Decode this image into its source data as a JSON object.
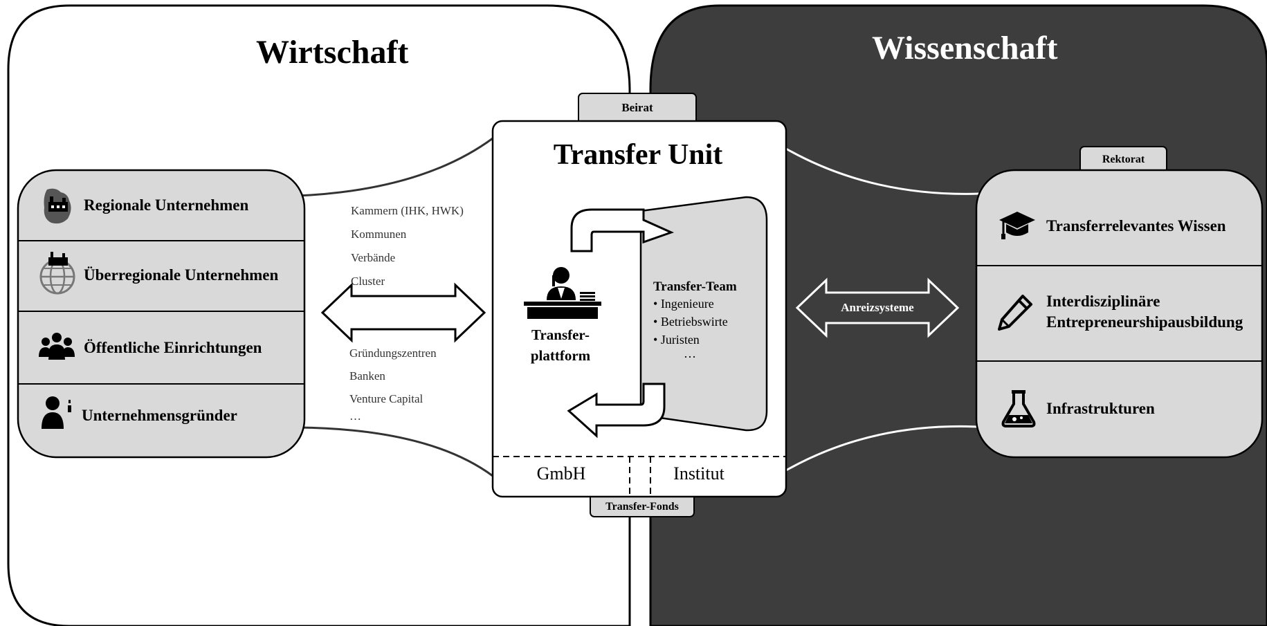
{
  "wirtschaft": {
    "title": "Wirtschaft",
    "companies": [
      {
        "label": "Regionale Unternehmen",
        "icon": "factory-icon"
      },
      {
        "label": "Überregionale Unternehmen",
        "icon": "globe-factory-icon"
      },
      {
        "label": "Öffentliche Einrichtungen",
        "icon": "people-group-icon"
      },
      {
        "label": "Unternehmensgründer",
        "icon": "founder-icon"
      }
    ],
    "intermediaries_top": [
      "Kammern (IHK, HWK)",
      "Kommunen",
      "Verbände",
      "Cluster"
    ],
    "intermediaries_bottom": [
      "Gründungszentren",
      "Banken",
      "Venture Capital",
      "…"
    ]
  },
  "wissenschaft": {
    "title": "Wissenschaft",
    "tab": "Rektorat",
    "items": [
      {
        "label": "Transferrelevantes Wissen",
        "icon": "graduation-cap-icon"
      },
      {
        "label_line1": "Interdisziplinäre",
        "label_line2": "Entrepreneurshipausbildung",
        "icon": "pencil-icon"
      },
      {
        "label": "Infrastrukturen",
        "icon": "flask-icon"
      }
    ],
    "arrow_label": "Anreizsysteme"
  },
  "transfer_unit": {
    "title": "Transfer Unit",
    "top_tab": "Beirat",
    "bottom_tab": "Transfer-Fonds",
    "platform_line1": "Transfer-",
    "platform_line2": "plattform",
    "team_title": "Transfer-Team",
    "team_members": [
      "Ingenieure",
      "Betriebswirte",
      "Juristen"
    ],
    "team_more": "…",
    "gmbh": "GmbH",
    "institut": "Institut"
  },
  "colors": {
    "dark_panel": "#3d3d3d",
    "grey_box": "#d9d9d9",
    "border": "#000000"
  }
}
